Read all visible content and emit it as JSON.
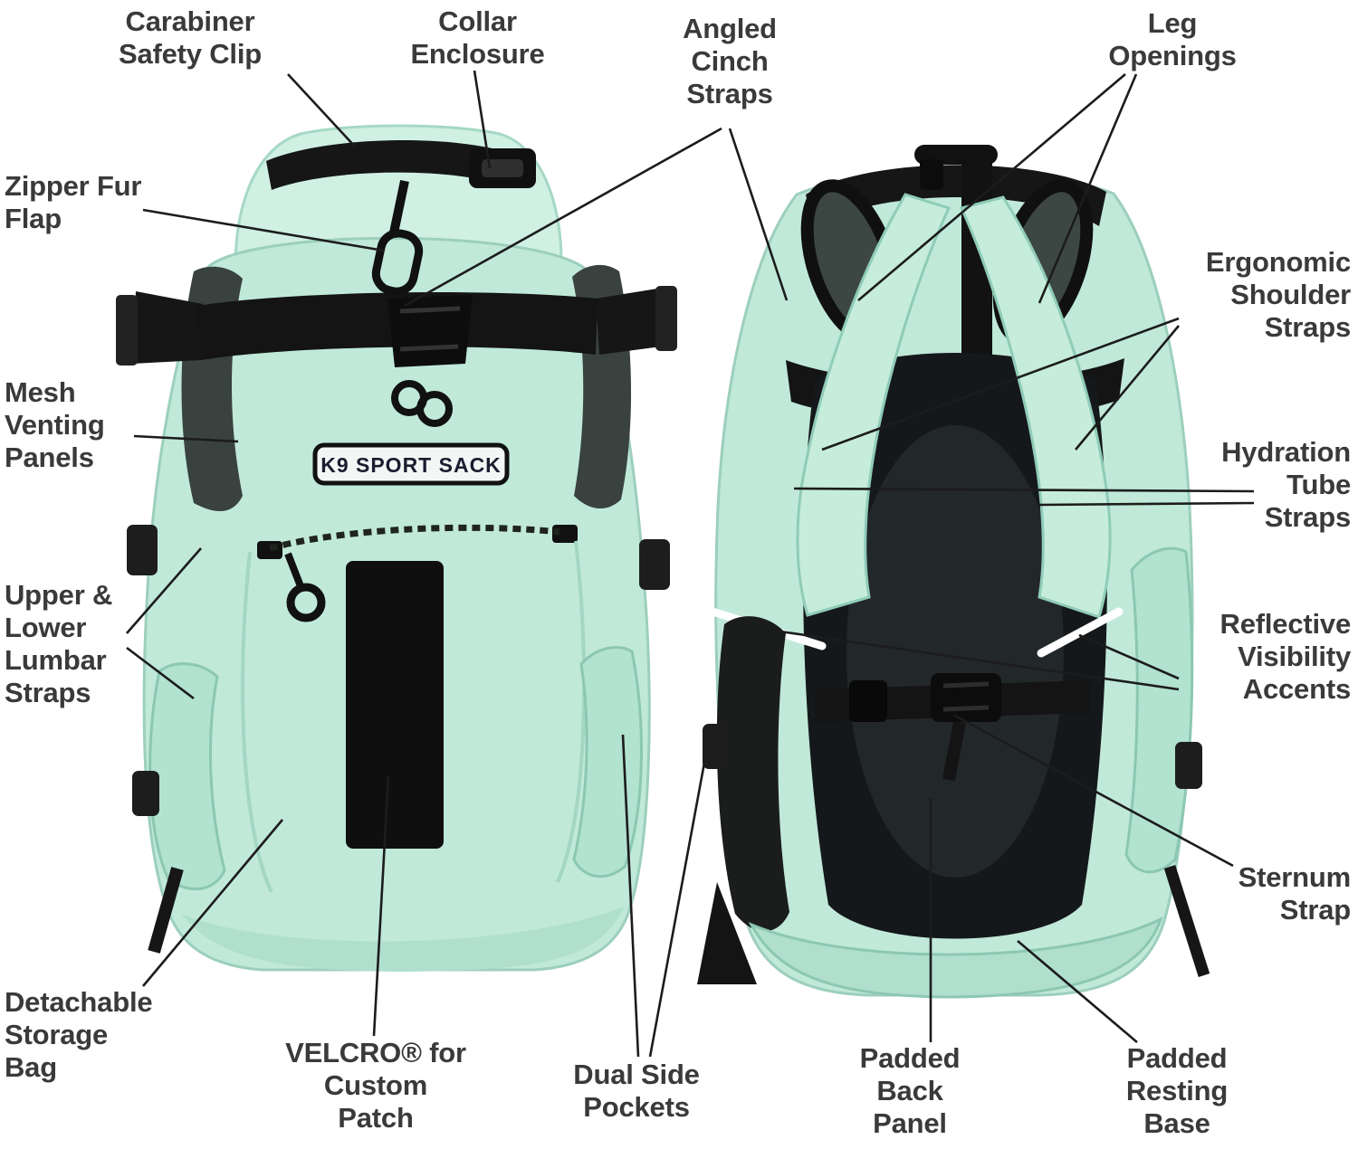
{
  "diagram": {
    "product": "K9 Sport Sack dog carrier backpack feature diagram (front and back views)",
    "views": [
      "front",
      "back"
    ],
    "brand_patch": "K9 SPORT SACK",
    "colors": {
      "background": "#ffffff",
      "bag_mint": "#c0e9d9",
      "bag_mint_light": "#cff0e3",
      "bag_mint_dark": "#aedccb",
      "strap_black": "#151515",
      "mesh_dark": "#39423f",
      "reflective_white": "#ffffff",
      "label_text": "#3a3a3a",
      "leader_line": "#1c1c1c"
    },
    "labels": {
      "carabiner": "Carabiner Safety Clip",
      "collar": "Collar Enclosure",
      "cinch": "Angled Cinch Straps",
      "leg": "Leg Openings",
      "zipper": "Zipper Fur Flap",
      "shoulder": "Ergonomic Shoulder Straps",
      "mesh": "Mesh Venting Panels",
      "hydration": "Hydration Tube Straps",
      "lumbar": "Upper & Lower Lumbar Straps",
      "reflective": "Reflective Visibility Accents",
      "storage": "Detachable Storage Bag",
      "sternum": "Sternum Strap",
      "velcro": "VELCRO® for Custom Patch",
      "pockets": "Dual Side Pockets",
      "backpanel": "Padded Back Panel",
      "restingbase": "Padded Resting Base"
    }
  }
}
